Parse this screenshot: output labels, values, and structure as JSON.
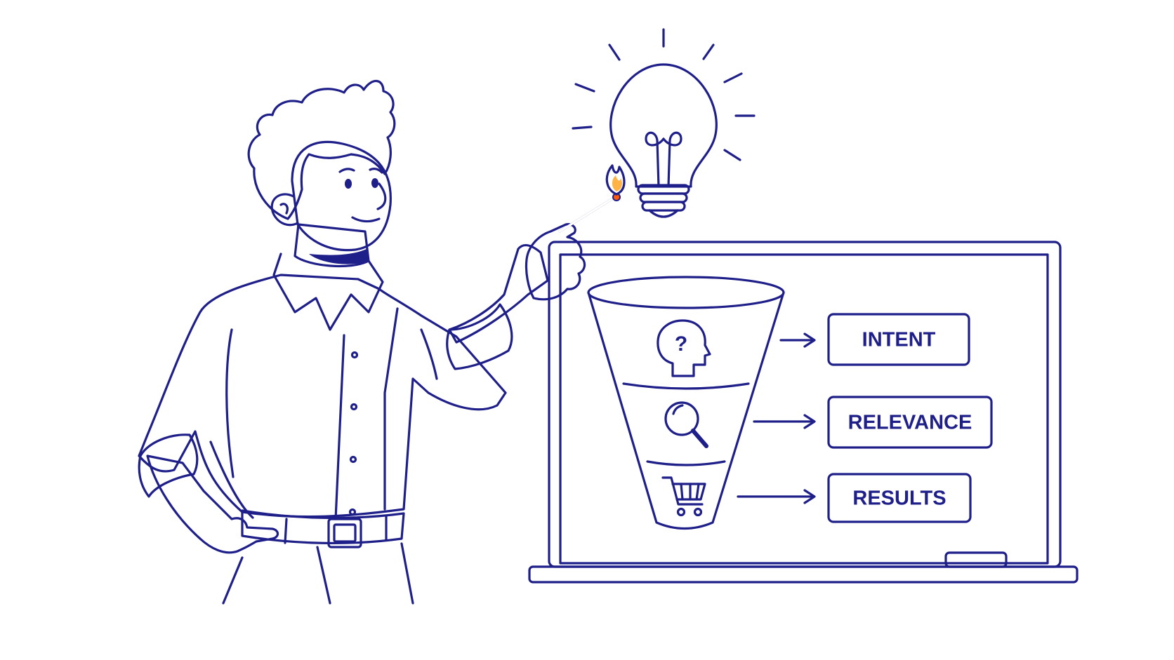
{
  "colors": {
    "ink": "#1f1f8a",
    "accent": "#ff5a0a",
    "flame_inner": "#ffb347",
    "background": "#ffffff"
  },
  "funnel": {
    "stages": [
      {
        "icon": "head-question-icon",
        "label": "INTENT"
      },
      {
        "icon": "magnifier-icon",
        "label": "RELEVANCE"
      },
      {
        "icon": "shopping-cart-icon",
        "label": "RESULTS"
      }
    ]
  },
  "icons": {
    "bulb": "lightbulb-icon",
    "match": "lit-match-icon",
    "question_mark": "?"
  }
}
